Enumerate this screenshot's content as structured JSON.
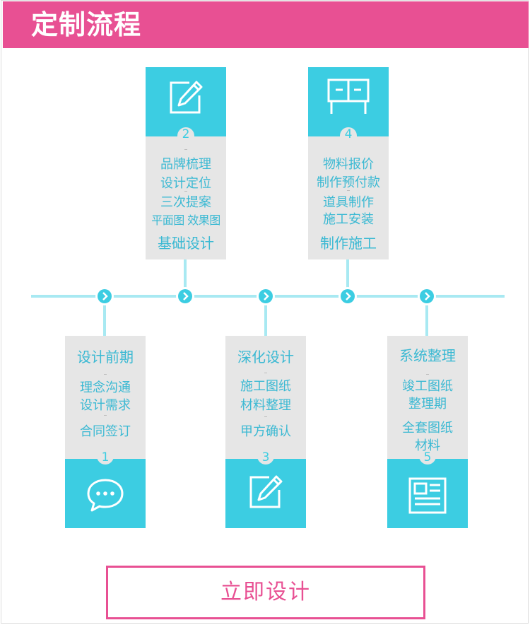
{
  "header": {
    "title": "定制流程"
  },
  "steps": [
    {
      "number": "1",
      "title": "设计前期",
      "lines": [
        "理念沟通",
        "设计需求",
        "合同签订"
      ]
    },
    {
      "number": "2",
      "title": "基础设计",
      "lines": [
        "品牌梳理",
        "设计定位",
        "三次提案",
        "平面图 效果图"
      ]
    },
    {
      "number": "3",
      "title": "深化设计",
      "lines": [
        "施工图纸",
        "材料整理",
        "甲方确认"
      ]
    },
    {
      "number": "4",
      "title": "制作施工",
      "lines": [
        "物料报价",
        "制作预付款",
        "道具制作",
        "施工安装"
      ]
    },
    {
      "number": "5",
      "title": "系统整理",
      "lines": [
        "竣工图纸",
        "整理期",
        "全套图纸",
        "材料"
      ]
    }
  ],
  "icons": {
    "step1": "chat-bubble-icon",
    "step2": "edit-note-icon",
    "step3": "edit-note-icon",
    "step4": "cabinet-icon",
    "step5": "document-icon"
  },
  "cta": {
    "label": "立即设计"
  },
  "colors": {
    "brand": "#e85093",
    "accent": "#3ccde2",
    "text_accent": "#3bb9d3",
    "card_bg": "#e6e6e6",
    "line": "#a8e9f2"
  }
}
